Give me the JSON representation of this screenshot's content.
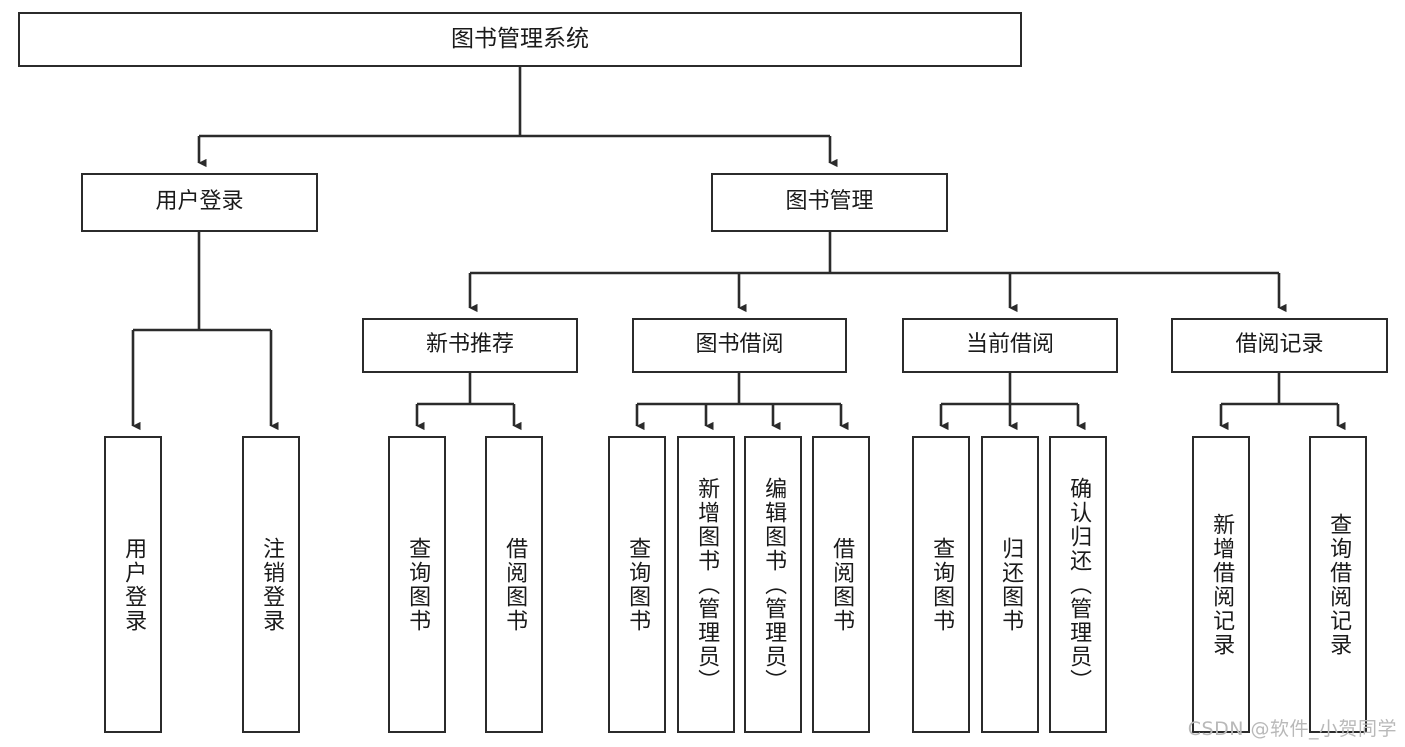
{
  "diagram": {
    "title": "图书管理系统",
    "type": "tree",
    "orientation": "top-down",
    "colors": {
      "box_border": "#2b2b2b",
      "box_fill": "#ffffff",
      "connector": "#2b2b2b",
      "text": "#1a1a1a",
      "watermark": "#b9b9b9",
      "background": "#ffffff"
    },
    "root": {
      "label": "图书管理系统"
    },
    "level2": [
      {
        "label": "用户登录"
      },
      {
        "label": "图书管理"
      }
    ],
    "level3": [
      {
        "label": "新书推荐"
      },
      {
        "label": "图书借阅"
      },
      {
        "label": "当前借阅"
      },
      {
        "label": "借阅记录"
      }
    ],
    "leaves": {
      "user_login": [
        {
          "label": "用户登录"
        },
        {
          "label": "注销登录"
        }
      ],
      "new_book_recommend": [
        {
          "label": "查询图书"
        },
        {
          "label": "借阅图书"
        }
      ],
      "book_borrow": [
        {
          "label": "查询图书"
        },
        {
          "label": "新增图书（管理员）"
        },
        {
          "label": "编辑图书（管理员）"
        },
        {
          "label": "借阅图书"
        }
      ],
      "current_borrow": [
        {
          "label": "查询图书"
        },
        {
          "label": "归还图书"
        },
        {
          "label": "确认归还（管理员）"
        }
      ],
      "borrow_record": [
        {
          "label": "新增借阅记录"
        },
        {
          "label": "查询借阅记录"
        }
      ]
    }
  },
  "watermark": {
    "text": "CSDN @软件_小贺同学"
  }
}
